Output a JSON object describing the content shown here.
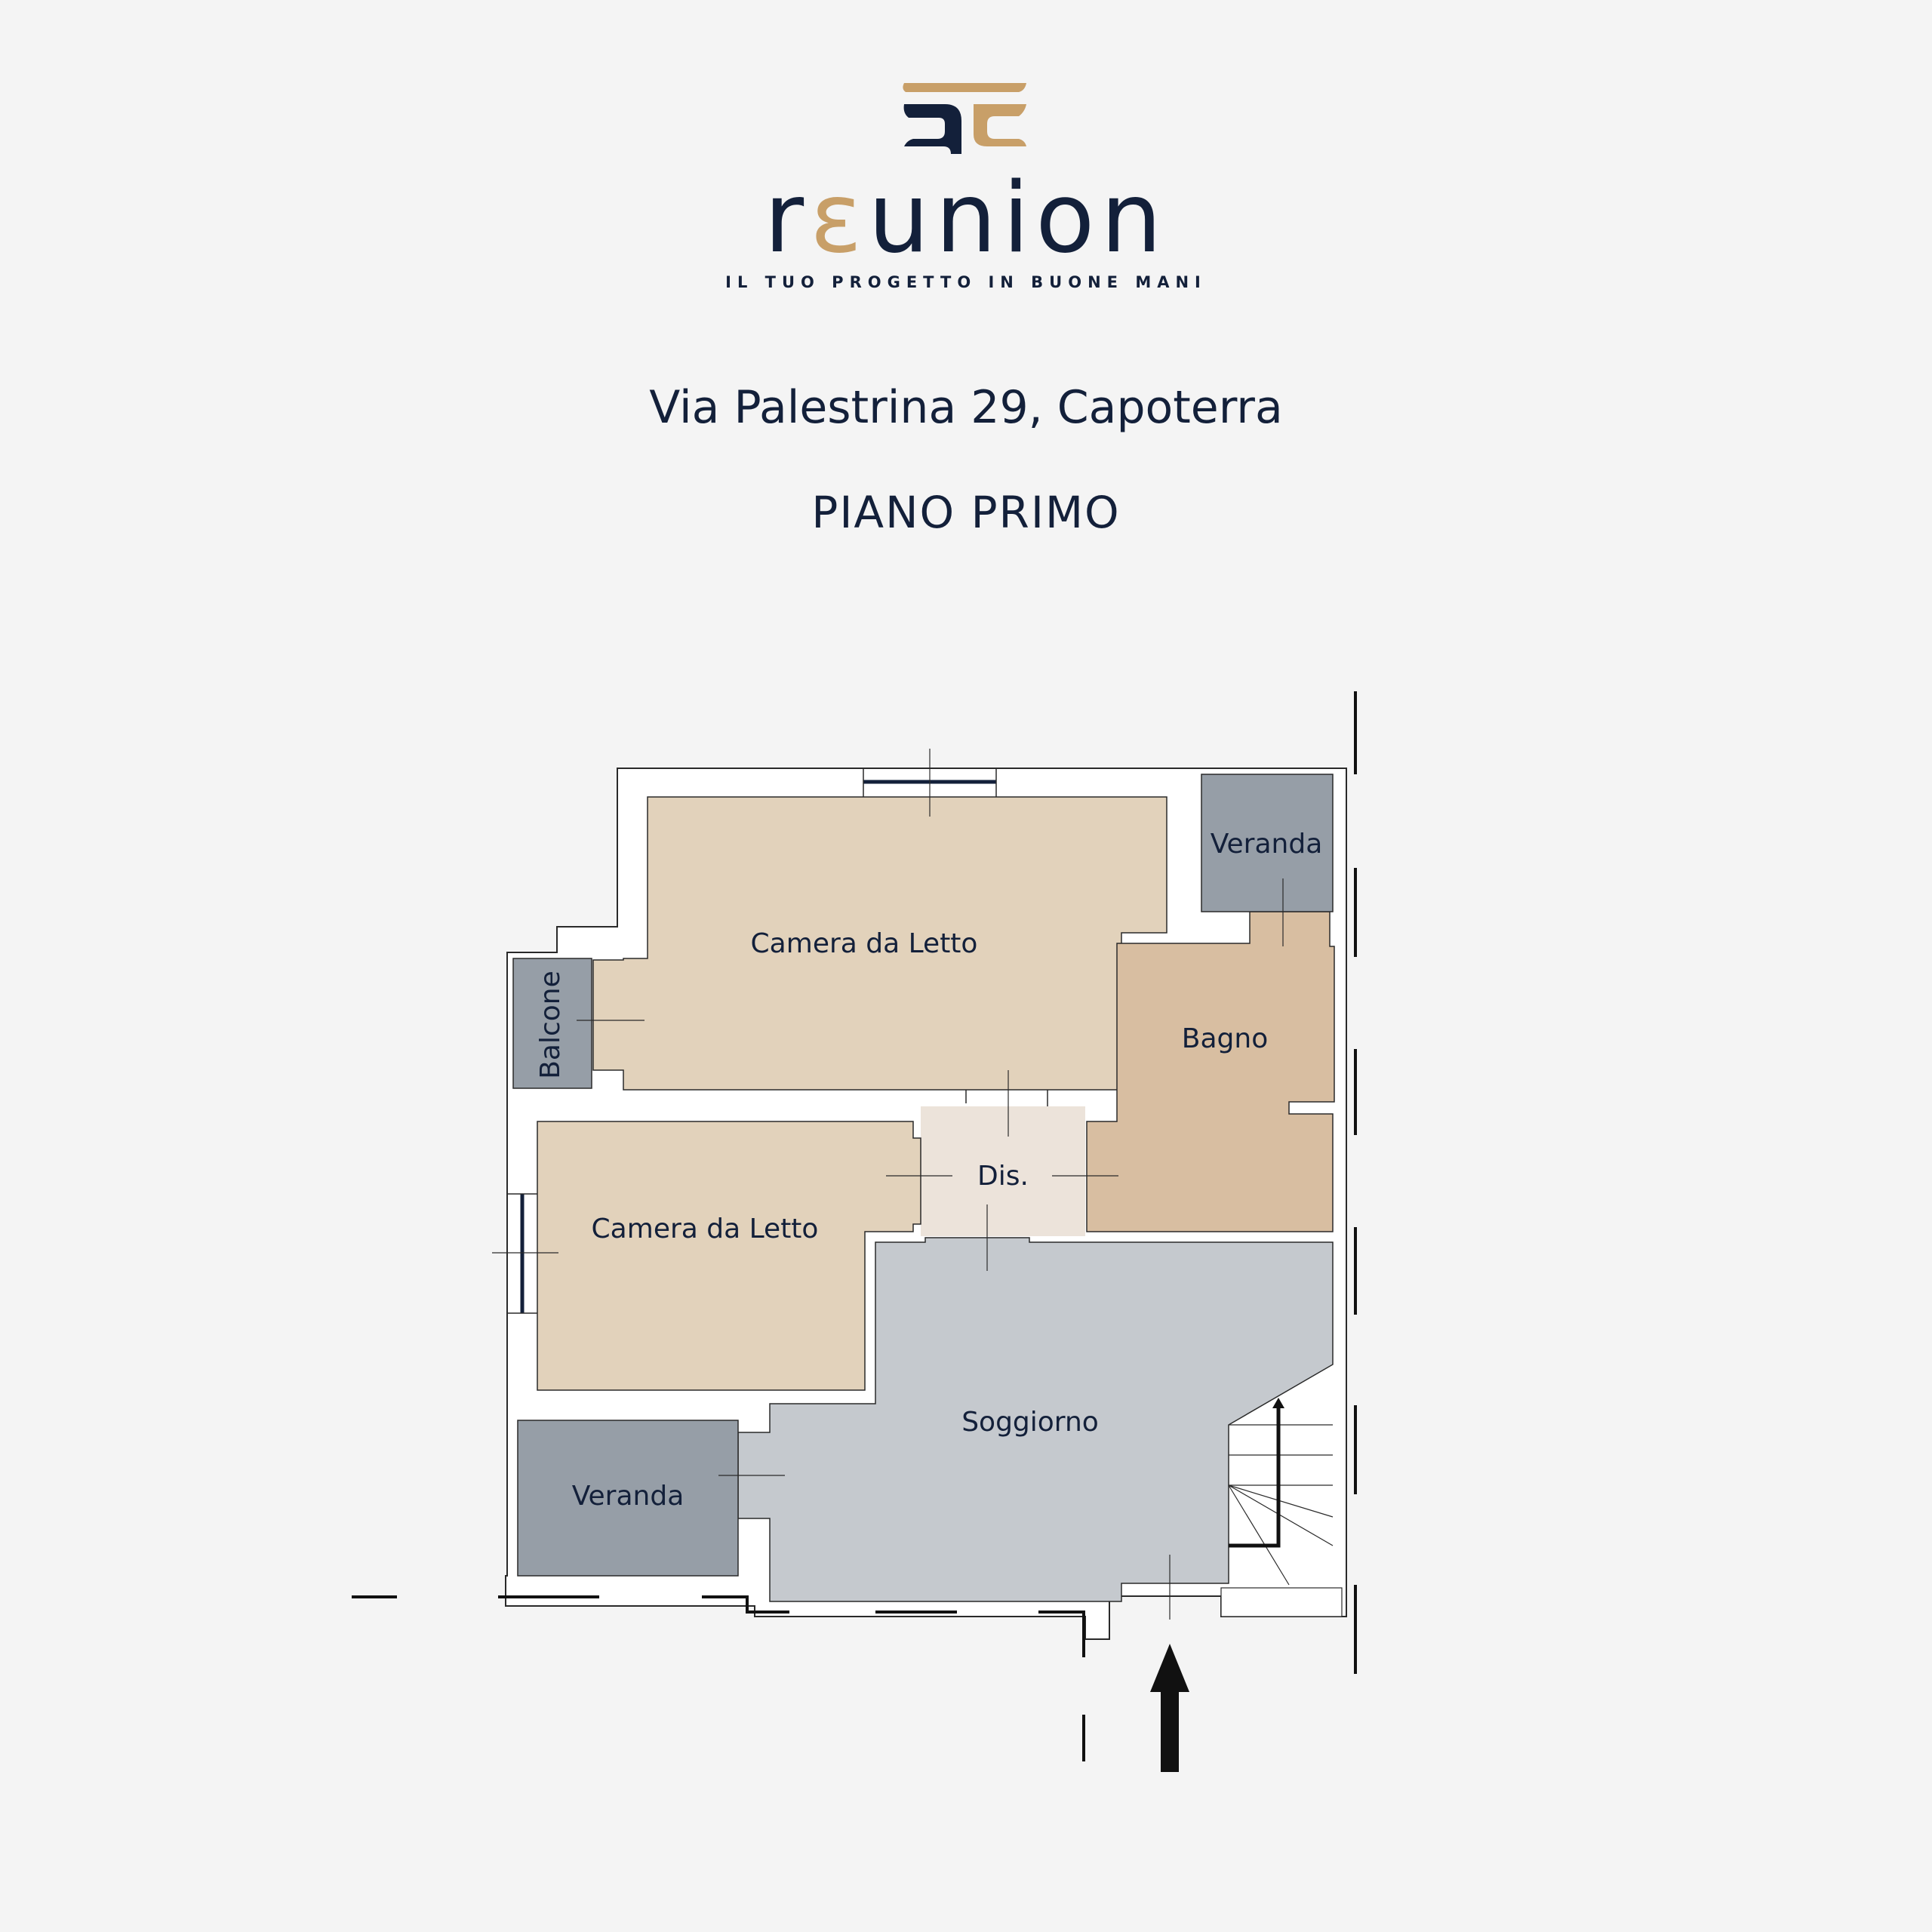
{
  "brand": {
    "name_start": "r",
    "name_accent": "ε",
    "name_end": "union",
    "tagline": "IL TUO PROGETTO IN BUONE MANI",
    "colors": {
      "navy": "#13203a",
      "gold": "#c89f68"
    }
  },
  "property": {
    "address": "Via Palestrina 29, Capoterra",
    "floor": "PIANO PRIMO"
  },
  "rooms": {
    "camera_top": "Camera da Letto",
    "camera_bottom": "Camera da Letto",
    "balcone": "Balcone",
    "veranda_top": "Veranda",
    "veranda_bottom": "Veranda",
    "bagno": "Bagno",
    "disimpegno": "Dis.",
    "soggiorno": "Soggiorno"
  },
  "colors": {
    "camera": "#e2d2bb",
    "bagno": "#d8bea1",
    "disimpegno": "#ece3da",
    "soggiorno": "#c5c9ce",
    "veranda": "#969ea7",
    "wall": "#ffffff",
    "line": "#2a2a2a"
  },
  "icons": {
    "entrance": "up-arrow-icon",
    "stairs": "stair-arrow-icon"
  }
}
